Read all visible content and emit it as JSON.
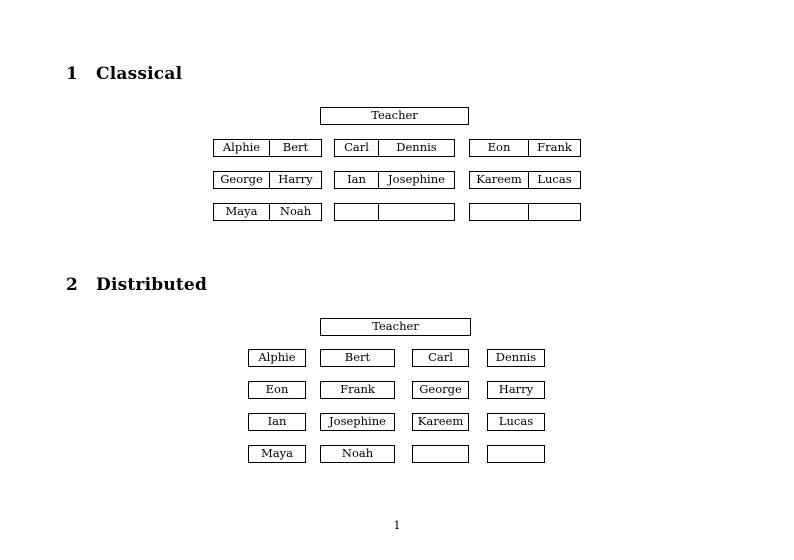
{
  "document": {
    "page_number": "1"
  },
  "sections": [
    {
      "number": "1",
      "title": "Classical",
      "teacher_label": "Teacher",
      "groups": [
        {
          "name": "group-left",
          "rows": [
            {
              "left": "Alphie",
              "right": "Bert"
            },
            {
              "left": "George",
              "right": "Harry"
            },
            {
              "left": "Maya",
              "right": "Noah"
            }
          ]
        },
        {
          "name": "group-middle",
          "rows": [
            {
              "left": "Carl",
              "right": "Dennis"
            },
            {
              "left": "Ian",
              "right": "Josephine"
            },
            {
              "left": "",
              "right": ""
            }
          ]
        },
        {
          "name": "group-right",
          "rows": [
            {
              "left": "Eon",
              "right": "Frank"
            },
            {
              "left": "Kareem",
              "right": "Lucas"
            },
            {
              "left": "",
              "right": ""
            }
          ]
        }
      ]
    },
    {
      "number": "2",
      "title": "Distributed",
      "teacher_label": "Teacher",
      "rows": [
        [
          "Alphie",
          "Bert",
          "Carl",
          "Dennis"
        ],
        [
          "Eon",
          "Frank",
          "George",
          "Harry"
        ],
        [
          "Ian",
          "Josephine",
          "Kareem",
          "Lucas"
        ],
        [
          "Maya",
          "Noah",
          "",
          ""
        ]
      ]
    }
  ]
}
